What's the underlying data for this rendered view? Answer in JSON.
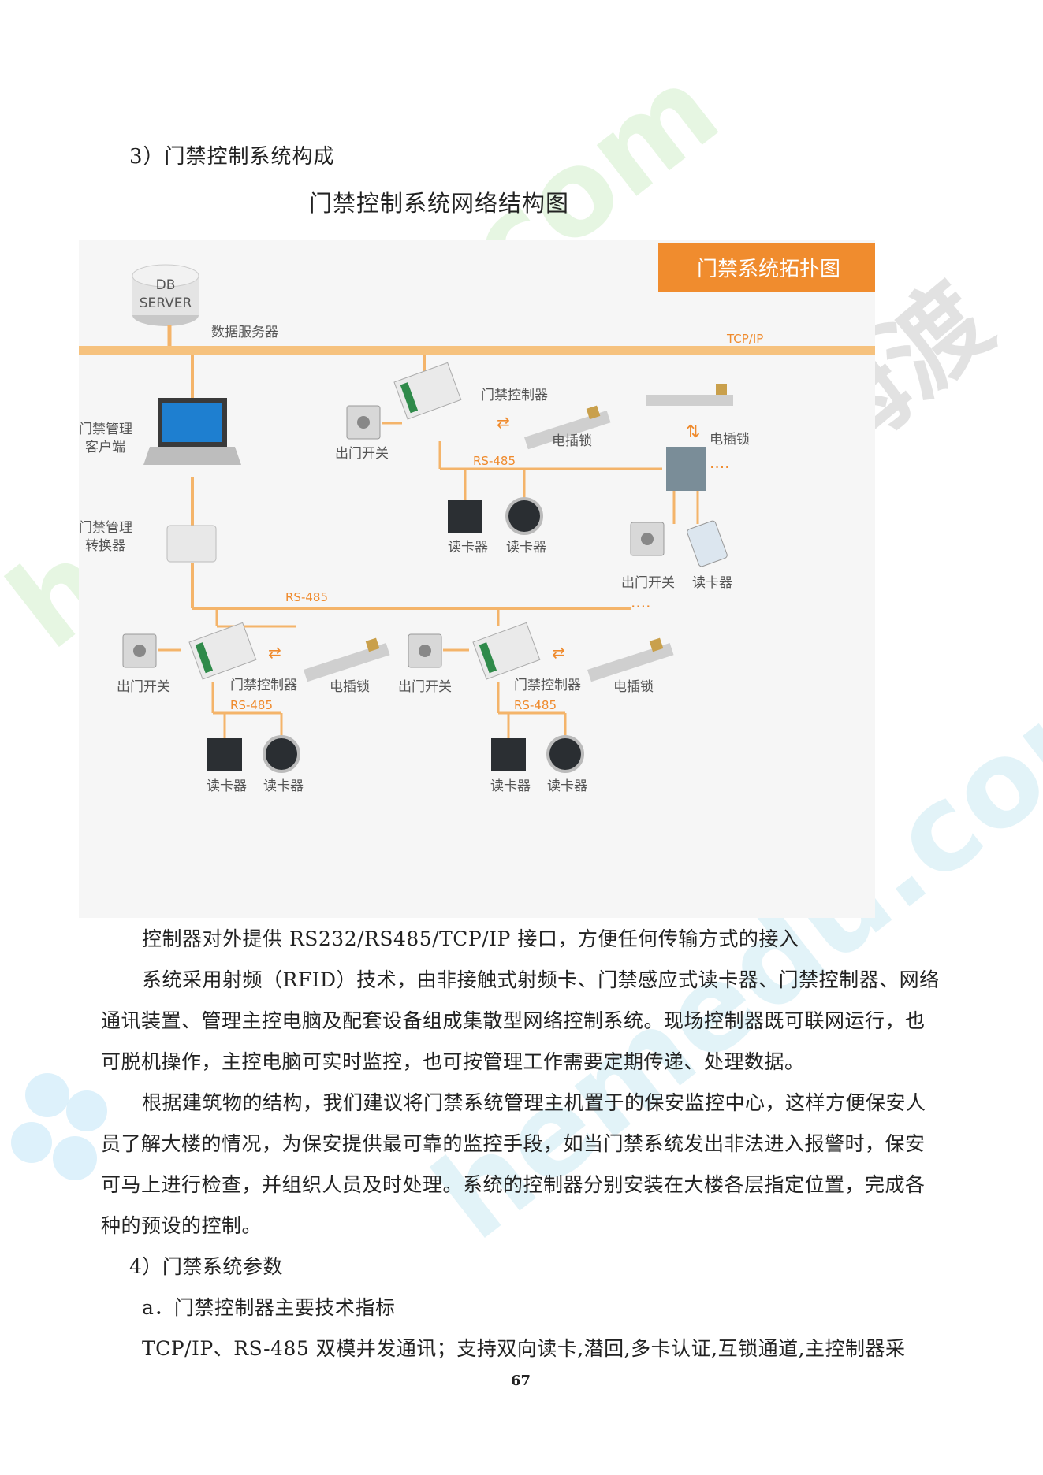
{
  "section3_heading": "3）门禁控制系统构成",
  "figure_title": "门禁控制系统网络结构图",
  "diagram": {
    "banner": "门禁系统拓扑图",
    "db_line1": "DB",
    "db_line2": "SERVER",
    "db_label": "数据服务器",
    "tcpip": "TCP/IP",
    "client_line1": "门禁管理",
    "client_line2": "客户端",
    "converter_line1": "门禁管理",
    "converter_line2": "转换器",
    "controller": "门禁控制器",
    "exit_switch": "出门开关",
    "lock": "电插锁",
    "card_reader": "读卡器",
    "rs485": "RS-485",
    "dots": "····"
  },
  "paragraphs": {
    "p1": "控制器对外提供 RS232/RS485/TCP/IP 接口，方便任何传输方式的接入",
    "p2": "系统采用射频（RFID）技术，由非接触式射频卡、门禁感应式读卡器、门禁控制器、网络通讯装置、管理主控电脑及配套设备组成集散型网络控制系统。现场控制器既可联网运行，也可脱机操作，主控电脑可实时监控，也可按管理工作需要定期传递、处理数据。",
    "p3": "根据建筑物的结构，我们建议将门禁系统管理主机置于的保安监控中心，这样方便保安人员了解大楼的情况，为保安提供最可靠的监控手段，如当门禁系统发出非法进入报警时，保安可马上进行检查，并组织人员及时处理。系统的控制器分别安装在大楼各层指定位置，完成各种的预设的控制。"
  },
  "section4_heading": "4）门禁系统参数",
  "sub_a": "a．门禁控制器主要技术指标",
  "p4": "TCP/IP、RS-485 双模并发通讯；支持双向读卡,潜回,多卡认证,互锁通道,主控制器采",
  "page_number": "67",
  "watermarks": {
    "brand": "河姆渡",
    "url": "hemedu.com"
  },
  "colors": {
    "accent_orange": "#f08c2e",
    "line_orange": "#f4b46a",
    "watermark_green": "#d8f0d0",
    "watermark_blue": "#d4ecf6"
  }
}
